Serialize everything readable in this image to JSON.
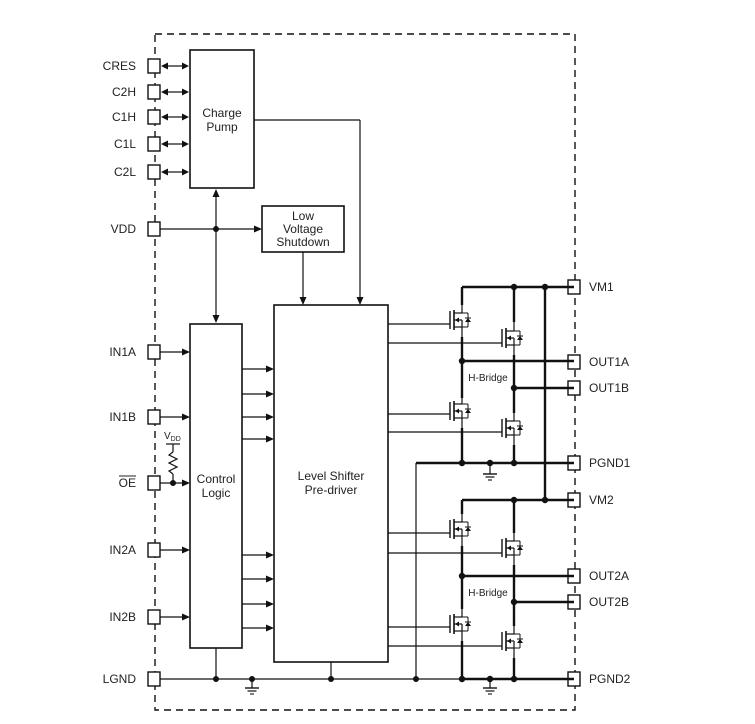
{
  "left_pins": [
    "CRES",
    "C2H",
    "C1H",
    "C1L",
    "C2L",
    "VDD",
    "IN1A",
    "IN1B",
    "OE",
    "IN2A",
    "IN2B",
    "LGND"
  ],
  "right_pins": [
    "VM1",
    "OUT1A",
    "OUT1B",
    "PGND1",
    "VM2",
    "OUT2A",
    "OUT2B",
    "PGND2"
  ],
  "blocks": {
    "charge_pump": [
      "Charge",
      "Pump"
    ],
    "low_voltage_shutdown": [
      "Low",
      "Voltage",
      "Shutdown"
    ],
    "control_logic": [
      "Control",
      "Logic"
    ],
    "level_shifter": [
      "Level Shifter",
      "Pre-driver"
    ],
    "h_bridge_1": "H-Bridge",
    "h_bridge_2": "H-Bridge"
  },
  "vdd_pullup": {
    "symbol": "V",
    "subscript": "DD"
  }
}
